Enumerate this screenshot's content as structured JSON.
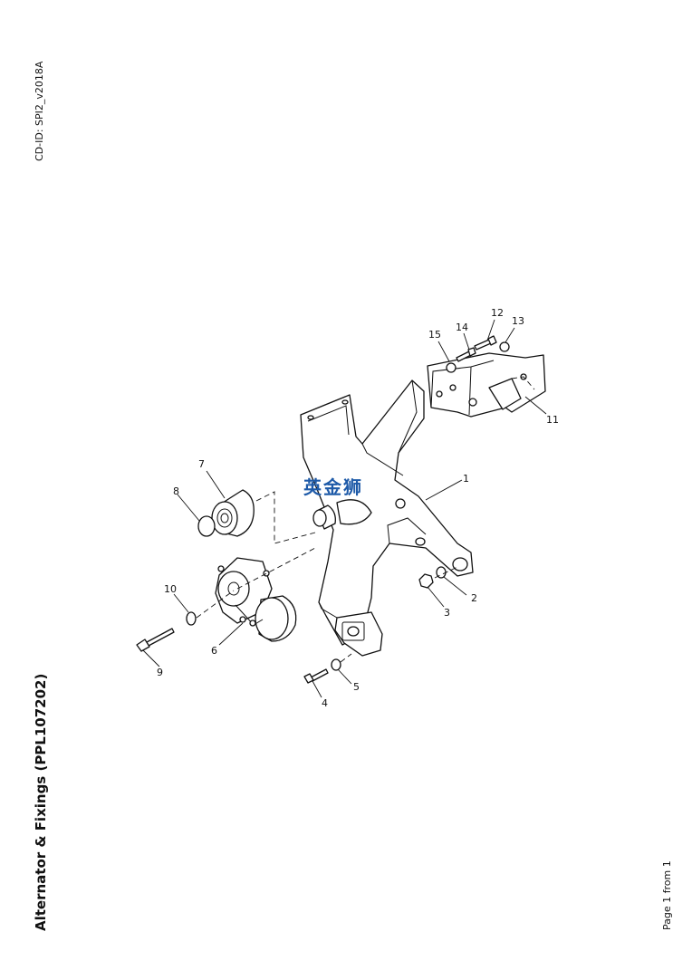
{
  "header": {
    "cd_id": "CD-ID: SPI2_v2018A"
  },
  "footer": {
    "title": "Alternator & Fixings (PPL107202)",
    "page": "Page 1 from 1"
  },
  "watermark": {
    "text": "英金狮",
    "color": "#1e5aa8"
  },
  "callouts": {
    "c1": "1",
    "c2": "2",
    "c3": "3",
    "c4": "4",
    "c5": "5",
    "c6": "6",
    "c7": "7",
    "c8": "8",
    "c9": "9",
    "c10": "10",
    "c11": "11",
    "c12": "12",
    "c13": "13",
    "c14": "14",
    "c15": "15"
  }
}
